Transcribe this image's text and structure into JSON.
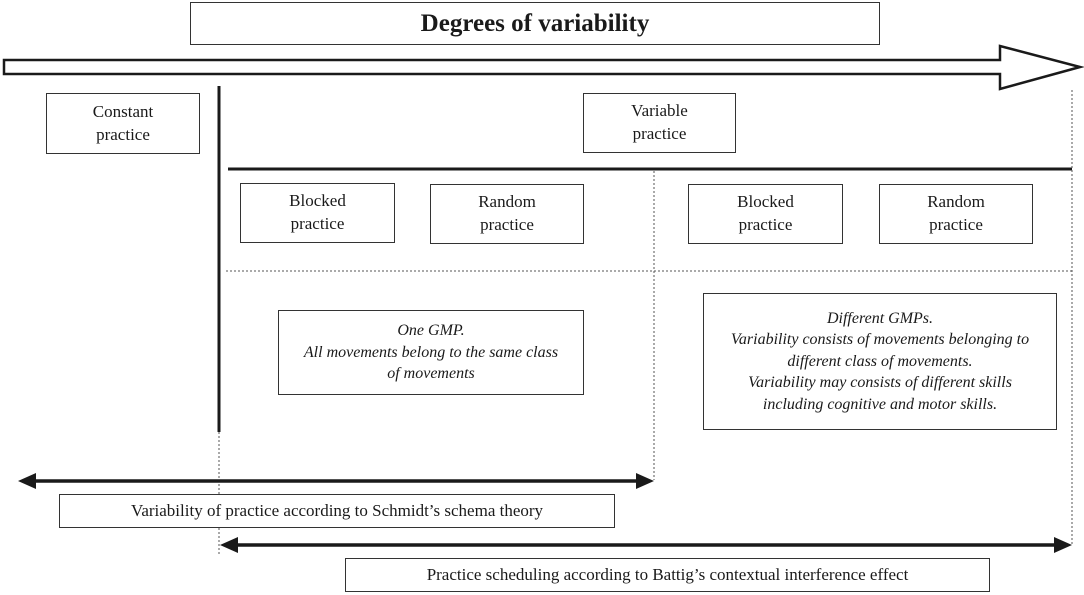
{
  "title": "Degrees of variability",
  "constant_practice": "Constant\npractice",
  "variable_practice": "Variable\npractice",
  "left_blocked": "Blocked\npractice",
  "left_random": "Random\npractice",
  "right_blocked": "Blocked\npractice",
  "right_random": "Random\npractice",
  "one_gmp": {
    "line1": "One GMP.",
    "line2": "All movements belong to the same class\nof  movements"
  },
  "different_gmps": {
    "line1": "Different GMPs.",
    "line2": "Variability consists of  movements belonging to\ndifferent class of  movements.",
    "line3": "Variability may consists of  different skills\nincluding cognitive and motor skills."
  },
  "schmidt_label": "Variability of  practice according to Schmidt’s schema theory",
  "battig_label": "Practice scheduling according to Battig’s contextual interference effect",
  "colors": {
    "line": "#1a1a1a",
    "box_border": "#333333"
  }
}
